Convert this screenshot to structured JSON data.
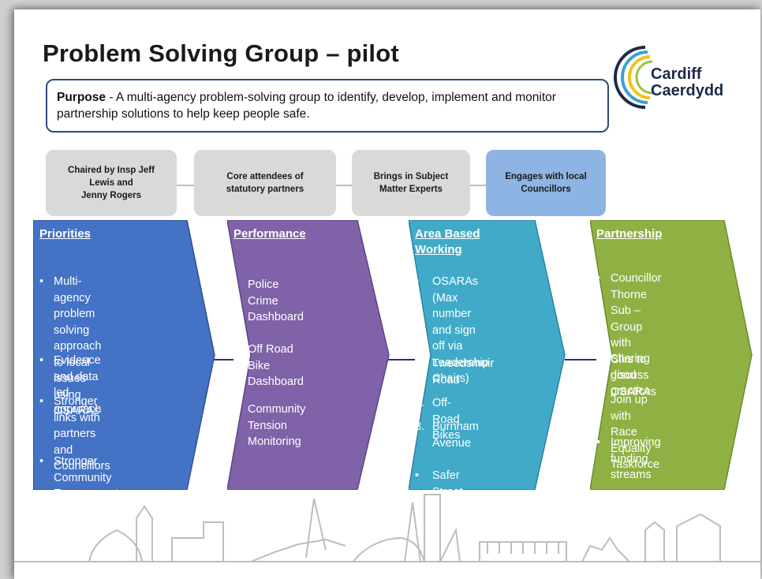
{
  "title": "Problem Solving Group – pilot",
  "logo": {
    "line1": "Cardiff",
    "line2": "Caerdydd"
  },
  "purpose": {
    "label": "Purpose",
    "text": " - A multi-agency problem-solving group to identify, develop, implement and monitor partnership solutions to help keep people safe."
  },
  "chips": [
    {
      "line1": "Chaired by Insp Jeff",
      "line2": "Lewis and",
      "line3": "Jenny Rogers"
    },
    {
      "line1": "Core attendees of",
      "line2": "statutory partners"
    },
    {
      "line1": "Brings in Subject",
      "line2": "Matter Experts"
    },
    {
      "line1": "Engages with local",
      "line2": "Councillors"
    }
  ],
  "colors": {
    "priorities": "#4472c4",
    "performance": "#7f62a8",
    "area": "#40aac8",
    "partnership": "#8fb144",
    "chip": "#d9d9d9",
    "chip_accent": "#8db4e2"
  },
  "columns": {
    "priorities": {
      "title": "Priorities",
      "items": [
        [
          "Multi-agency",
          "problem solving",
          "approach to local",
          "issues using OSARAs"
        ],
        [
          "Evidence and data",
          "led approach"
        ],
        [
          "Stronger links with",
          "partners and",
          "Councillors"
        ],
        [
          "Stronger Community",
          "Engagement"
        ]
      ]
    },
    "performance": {
      "title": "Performance",
      "items": [
        [
          "Police Crime",
          "Dashboard"
        ],
        [
          "Off Road Bike",
          "Dashboard"
        ],
        [
          "Community",
          "Tension",
          "Monitoring"
        ]
      ]
    },
    "area": {
      "title_line1": "Area Based",
      "title_line2": "Working",
      "osara": [
        "OSARAs (Max",
        "number and sign",
        "off via Leadership",
        "Chairs)"
      ],
      "numbered": [
        {
          "n": "1.",
          "lines": [
            "Tweedsmuir",
            "Road"
          ]
        },
        {
          "n": "2.",
          "lines": [
            "Off-Road Bikes"
          ]
        },
        {
          "n": "3.",
          "lines": [
            "Burnham Avenue"
          ]
        }
      ],
      "fund": "Safer Street Fund"
    },
    "partnership": {
      "title": "Partnership",
      "items": [
        [
          "Councillor Thorne",
          "Sub –Group with",
          "Cllrs to discuss",
          "OSARAs"
        ],
        [
          "Sharing good",
          "practice"
        ],
        [
          "Join up with Race",
          "Equality Taskforce"
        ],
        [
          "Improving funding",
          "streams"
        ]
      ]
    }
  }
}
